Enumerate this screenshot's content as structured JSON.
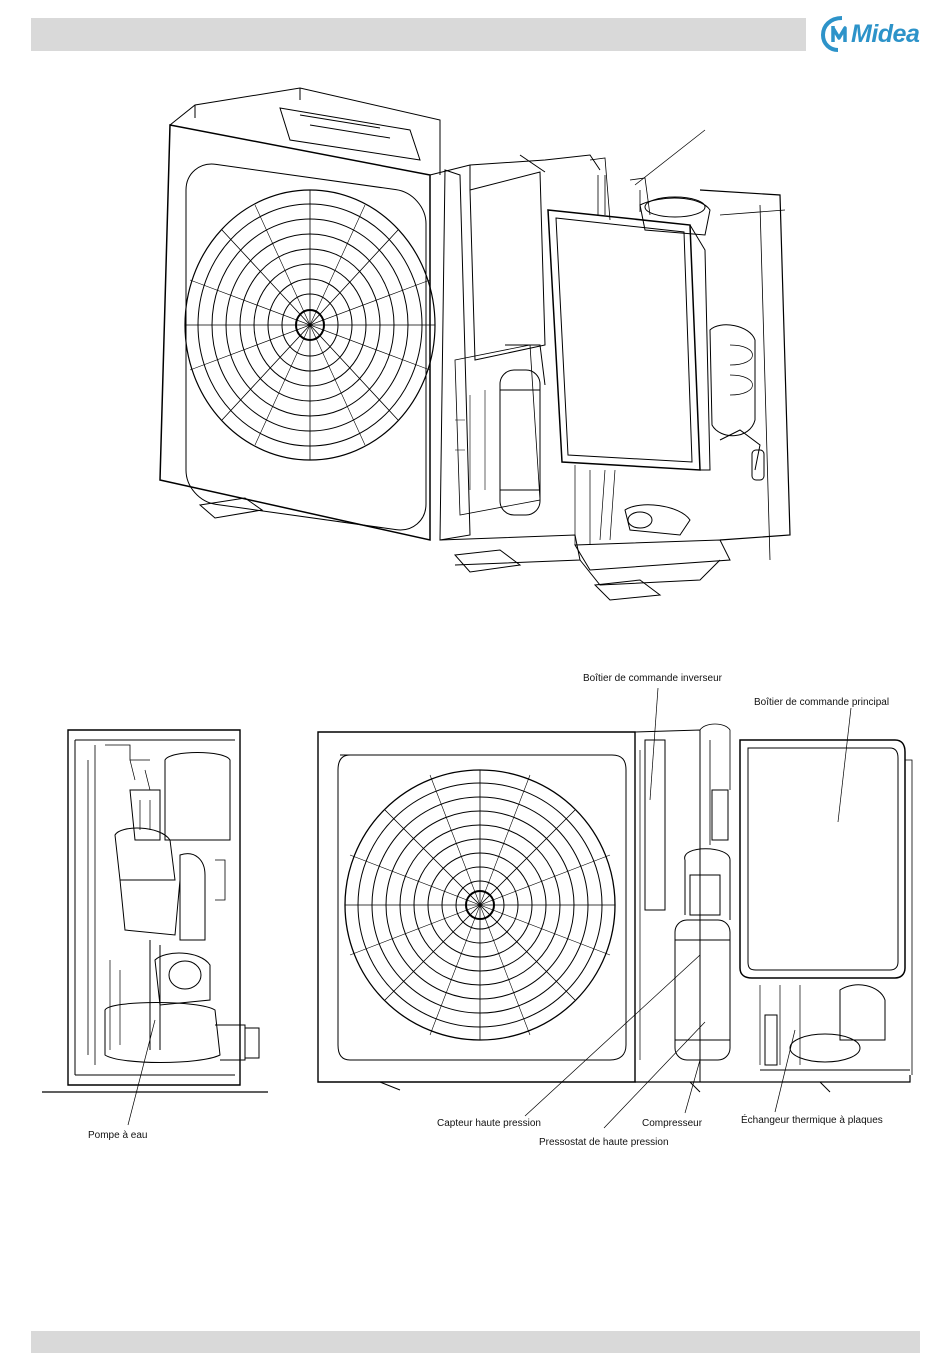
{
  "brand": {
    "logo_text": "Midea",
    "color": "#2d93c9"
  },
  "labels": {
    "inverter_box": "Boîtier de commande inverseur",
    "main_box": "Boîtier de commande principal",
    "water_pump": "Pompe à eau",
    "hp_sensor": "Capteur haute pression",
    "hp_switch": "Pressostat de haute pression",
    "compressor": "Compresseur",
    "plate_hex": "Échangeur thermique à plaques"
  }
}
